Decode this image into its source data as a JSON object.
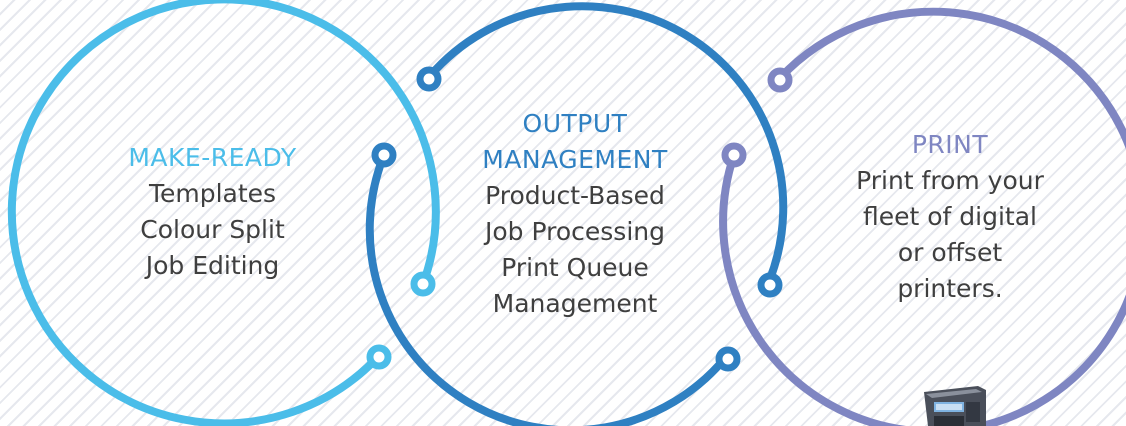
{
  "colors": {
    "make_ready": "#4bbde9",
    "output_management": "#2f80c2",
    "print": "#7f86c2",
    "body_text": "#3f3f3f"
  },
  "stages": [
    {
      "title_lines": [
        "MAKE-READY"
      ],
      "body_lines": [
        "Templates",
        "Colour Split",
        "Job Editing"
      ]
    },
    {
      "title_lines": [
        "OUTPUT",
        "MANAGEMENT"
      ],
      "body_lines": [
        "Product-Based",
        "Job Processing",
        "Print Queue",
        "Management"
      ]
    },
    {
      "title_lines": [
        "PRINT"
      ],
      "body_lines": [
        "Print from your",
        "fleet of digital",
        "or offset",
        "printers."
      ]
    }
  ],
  "printer_icon": "printer-icon"
}
